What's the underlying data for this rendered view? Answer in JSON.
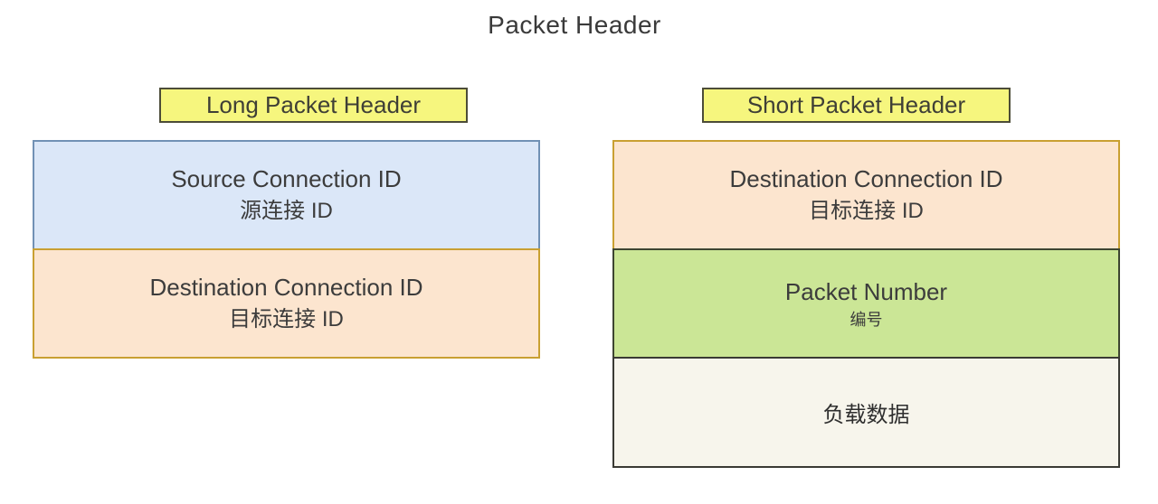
{
  "title": "Packet Header",
  "left": {
    "label": "Long Packet Header",
    "sections": [
      {
        "en": "Source Connection ID",
        "zh": "源连接 ID",
        "color": "#dbe7f8"
      },
      {
        "en": "Destination Connection ID",
        "zh": "目标连接 ID",
        "color": "#fce5cf"
      }
    ]
  },
  "right": {
    "label": "Short Packet Header",
    "sections": [
      {
        "en": "Destination Connection ID",
        "zh": "目标连接 ID",
        "color": "#fce5cf"
      },
      {
        "en": "Packet Number",
        "zh": "编号",
        "color": "#cbe696"
      },
      {
        "en": "",
        "zh": "负载数据",
        "color": "#f7f5ec"
      }
    ]
  },
  "colors": {
    "label_fill": "#f6f67e",
    "label_border": "#4c4c38",
    "blue_fill": "#dbe7f8",
    "blue_border": "#7191b5",
    "orange_fill": "#fce5cf",
    "orange_border": "#c9a032",
    "green_fill": "#cbe696",
    "green_border": "#3d4531",
    "payload_fill": "#f7f5ec",
    "payload_border": "#3a3a34",
    "text": "#3d3d3d"
  }
}
